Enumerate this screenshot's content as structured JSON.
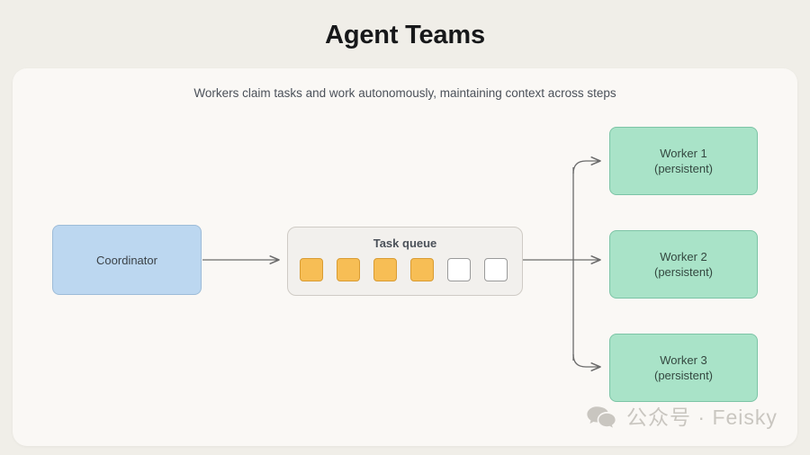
{
  "page": {
    "title": "Agent Teams",
    "background_color": "#f0eee8",
    "card_background_color": "#faf8f5"
  },
  "diagram": {
    "subtitle": "Workers claim tasks and work autonomously, maintaining context across steps",
    "coordinator": {
      "label": "Coordinator",
      "fill": "#bcd7f0",
      "border": "#9dbcd8"
    },
    "queue": {
      "title": "Task queue",
      "fill": "#f2f0ed",
      "border": "#cfcbc5",
      "slots": [
        {
          "state": "filled"
        },
        {
          "state": "filled"
        },
        {
          "state": "filled"
        },
        {
          "state": "filled"
        },
        {
          "state": "empty"
        },
        {
          "state": "empty"
        }
      ],
      "filled_color": "#f7be55",
      "empty_color": "#ffffff",
      "filled_count": 4,
      "total_count": 6
    },
    "workers": [
      {
        "label": "Worker 1\n(persistent)"
      },
      {
        "label": "Worker 2\n(persistent)"
      },
      {
        "label": "Worker 3\n(persistent)"
      }
    ],
    "worker_fill": "#a9e3c8",
    "worker_border": "#7cc4a6",
    "connector_color": "#6b6b6b"
  },
  "watermark": {
    "icon": "wechat-icon",
    "text": "公众号 · Feisky",
    "color": "#c9c6c0"
  }
}
